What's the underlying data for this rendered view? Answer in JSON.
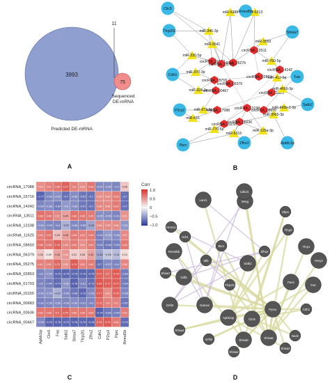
{
  "panels": {
    "A": "A",
    "B": "B",
    "C": "C",
    "D": "D"
  },
  "venn": {
    "predicted_count": "3993",
    "overlap_count": "11",
    "sequenced_count": "75",
    "predicted_label": "Predicted DE-mRNA",
    "sequenced_label_1": "Sequenced",
    "sequenced_label_2": "DE-mRNA",
    "colors": {
      "predicted": "#8E9FD0",
      "sequenced": "#F08C8C"
    }
  },
  "network_b": {
    "mrna_color": "#3BB9E6",
    "mirna_color": "#F2E21B",
    "circrna_color": "#E62E2E",
    "mrna_nodes": [
      "Clic5",
      "Rmnd5b",
      "Tfcp2l1",
      "Shisa7",
      "Cdh1",
      "Fas",
      "P2ry2",
      "Satb2",
      "Pprc",
      "Aptdc1p",
      "Zfhx2"
    ],
    "mirna_nodes": [
      "miR-6339",
      "miR-6313",
      "miR-346-3p",
      "miR-3541",
      "miR-3559",
      "miR-330-5p",
      "miR-760-5p",
      "miR-370-3p",
      "miR-412-5p",
      "miR-324-3p",
      "miR-4669-3p",
      "miR-466b-2-3p",
      "miR-673-5p",
      "miR-616",
      "miR-3065-3p",
      "miR-770-5p",
      "miR-6315",
      "miR-125a-3p"
    ],
    "circrna_nodes": [
      "circRNA_06379",
      "circRNA_06636",
      "circRNA_13511",
      "circRNA_02853",
      "circRNA_05275",
      "circRNA_00683",
      "circRNA_15716",
      "circRNA_14242",
      "circRNA_11625",
      "circRNA_08650",
      "circRNA_00467",
      "circRNA_17088",
      "circRNA_01703",
      "circRNA_13198",
      "circRNA_01155"
    ]
  },
  "heatmap": {
    "legend_title": "Corr",
    "legend_ticks": [
      "1.0",
      "0.5",
      "0",
      "−0.5",
      "−1.0"
    ],
    "rows": [
      "circRNA_17088",
      "circRNA_15716",
      "circRNA_14242",
      "circRNA_13511",
      "circRNA_13198",
      "circRNA_11625",
      "circRNA_08650",
      "circRNA_06379",
      "circRNA_05275",
      "circRNA_02853",
      "circRNA_01703",
      "circRNA_01155",
      "circRNA_00683",
      "circRNA_00636",
      "circRNA_00467"
    ],
    "cols": [
      "Apbb1ip",
      "Clic5",
      "Fas",
      "Satb2",
      "Shisa7",
      "Tfcp2l1",
      "Zfhx2",
      "Cdh1",
      "P2ry2",
      "Pprc",
      "Rmnd5b"
    ],
    "values": [
      [
        0.54,
        0.6,
        0.66,
        0.77,
        0.6,
        0.54,
        0.66,
        -0.57,
        -0.56,
        -0.6,
        0.26
      ],
      [
        -0.77,
        -0.59,
        -0.54,
        -0.7,
        -0.56,
        -0.67,
        -0.7,
        0.54,
        0.54,
        0.63,
        -0.7
      ],
      [
        -0.59,
        -0.56,
        -0.64,
        -0.5,
        -0.56,
        -0.67,
        -0.7,
        0.58,
        0.56,
        0.64,
        -0.7
      ],
      [
        0.68,
        0.66,
        0.57,
        0.44,
        0.68,
        0.66,
        0.65,
        -0.55,
        -0.56,
        -0.61,
        0.51
      ],
      [
        -0.54,
        -0.59,
        -0.6,
        -0.37,
        -0.58,
        -0.59,
        -0.44,
        0.56,
        0.56,
        0.56,
        -0.51
      ],
      [
        0.61,
        0.67,
        0.29,
        0.45,
        0.65,
        0.61,
        0.65,
        -0.62,
        -0.49,
        -0.56,
        0.57
      ],
      [
        0.68,
        0.66,
        0.76,
        0.58,
        0.64,
        0.54,
        0.63,
        -0.63,
        -0.66,
        -0.63,
        0.64
      ],
      [
        0.26,
        0.09,
        0.43,
        0.49,
        0.21,
        0.26,
        0.43,
        -0.43,
        -0.26,
        -0.31,
        0.14
      ],
      [
        0.61,
        0.61,
        0.72,
        0.52,
        0.79,
        0.61,
        0.64,
        -0.7,
        -0.57,
        -0.6,
        0.58
      ],
      [
        -0.6,
        -0.54,
        -0.75,
        -0.75,
        -0.75,
        -0.76,
        -0.75,
        0.77,
        0.7,
        0.79,
        -0.64
      ],
      [
        -0.6,
        -0.64,
        -0.74,
        -0.53,
        -0.78,
        -0.61,
        -0.72,
        0.83,
        0.77,
        0.77,
        -0.64
      ],
      [
        -0.56,
        -0.54,
        -0.37,
        -0.58,
        -0.68,
        -0.75,
        -0.58,
        0.77,
        0.54,
        0.75,
        -0.58
      ],
      [
        -0.62,
        -0.59,
        -0.56,
        -0.59,
        -0.56,
        -0.61,
        -0.6,
        0.72,
        0.6,
        0.6,
        -0.67
      ],
      [
        0.66,
        0.66,
        0.7,
        0.75,
        0.64,
        0.66,
        0.64,
        -0.79,
        -0.66,
        -0.64,
        0.62
      ],
      [
        -0.59,
        -0.76,
        -0.78,
        -0.75,
        -0.78,
        -0.75,
        -0.78,
        0.74,
        0.79,
        0.64,
        -0.73
      ]
    ]
  },
  "network_d": {
    "node_color": "#555555",
    "edge_color_main": "#D8D9A0",
    "edge_color_alt": "#C9B7DD",
    "nodes": [
      "Lars1",
      "Mreg",
      "Ubp1",
      "Hmcn1",
      "Cdk10",
      "Tfcp2",
      "Tfcp1",
      "Grh1",
      "Btc1",
      "Zfhx2",
      "Rmnd5b",
      "P2ry3",
      "Mlb",
      "Satb2",
      "Shisa7",
      "Pwr2",
      "Gdf6",
      "Fas",
      "Tfcp2l1",
      "Grhl2",
      "Gamxs",
      "Pyruv",
      "Apbb1ip",
      "Clic5",
      "Cdh1",
      "Shisa4",
      "Nsd2",
      "Shisa5",
      "Shisa6",
      "Grhl3",
      "Shisa2",
      "Shisa3"
    ]
  }
}
